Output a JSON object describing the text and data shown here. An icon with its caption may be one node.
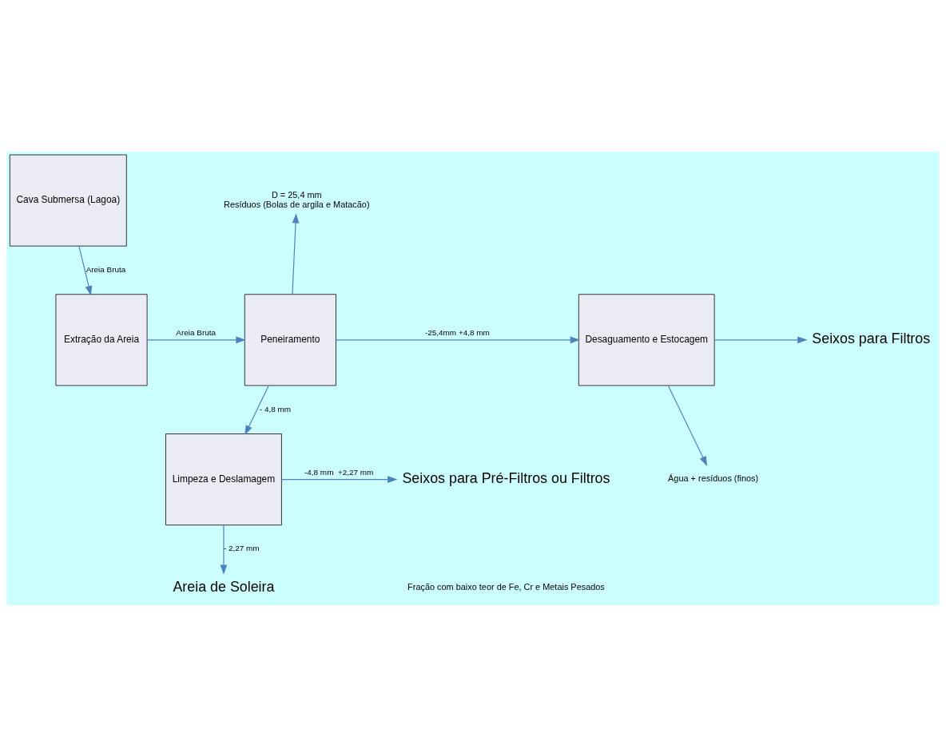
{
  "diagram": {
    "nodes": [
      {
        "text": [
          "Cava Submersa (Lagoa)"
        ]
      },
      {
        "text": [
          "Extração da Areia"
        ]
      },
      {
        "text": [
          "Peneiramento"
        ]
      },
      {
        "text": [
          "Desaguamento e Estocagem"
        ]
      },
      {
        "text": [
          "Limpeza e Deslamagem"
        ]
      },
      {
        "text": [
          "Seixos para Filtros"
        ]
      },
      {
        "text": [
          "Seixos para Pré-Filtros ou Filtros"
        ]
      },
      {
        "text": [
          "Areia de Soleira"
        ]
      },
      {
        "text": [
          "D = 25,4 mm",
          "Resíduos (Bolas de argila e Matacão)"
        ]
      },
      {
        "text": [
          "Água + resíduos (finos)"
        ]
      }
    ],
    "edges": [
      {
        "from": 0,
        "to": 1,
        "arrow": "to",
        "label": "Areia Bruta"
      },
      {
        "from": 1,
        "to": 2,
        "arrow": "to",
        "label": "Areia Bruta"
      },
      {
        "from": 2,
        "to": 8,
        "arrow": "to"
      },
      {
        "from": 2,
        "to": 3,
        "arrow": "to",
        "label": "-25,4mm +4,8 mm"
      },
      {
        "from": 3,
        "to": 5,
        "arrow": "to"
      },
      {
        "from": 3,
        "to": 9,
        "arrow": "to"
      },
      {
        "from": 2,
        "to": 4,
        "arrow": "to",
        "label": "- 4,8 mm"
      },
      {
        "from": 4,
        "to": 6,
        "arrow": "to",
        "label": "-4,8 mm  +2,27 mm"
      },
      {
        "from": 4,
        "to": 7,
        "arrow": "to",
        "label": "- 2,27 mm"
      }
    ],
    "labels": [
      "Fração com baixo teor de Fe, Cr e Metais Pesados"
    ]
  }
}
